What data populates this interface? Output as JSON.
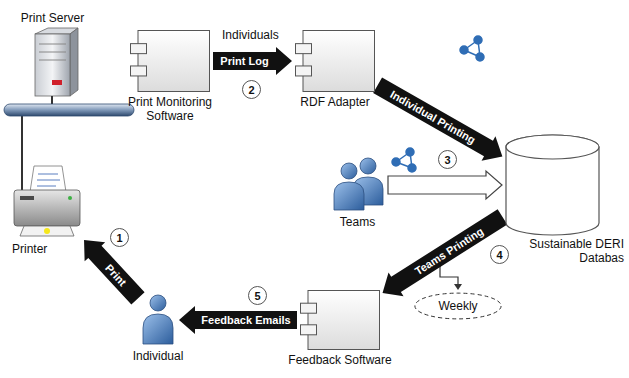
{
  "diagram": {
    "nodes": [
      {
        "text": [
          "Print Server"
        ]
      },
      {
        "text": [
          "Print Monitoring Software"
        ]
      },
      {
        "text": [
          "RDF Adapter"
        ]
      },
      {
        "text": [
          "Teams"
        ]
      },
      {
        "text": [
          "Sustainable DERI Databas"
        ]
      },
      {
        "text": [
          "Printer"
        ]
      },
      {
        "text": [
          "Weekly"
        ]
      },
      {
        "text": [
          "Individual"
        ]
      },
      {
        "text": [
          "Feedback Software"
        ]
      }
    ],
    "edges": [
      {
        "from": 7,
        "to": 5,
        "arrow": "to",
        "label": "Print"
      },
      {
        "from": 1,
        "to": 2,
        "arrow": "to",
        "label": "Print Log"
      },
      {
        "from": 2,
        "to": 4,
        "arrow": "to",
        "label": "Individual Printing"
      },
      {
        "from": 3,
        "to": 4,
        "arrow": "to"
      },
      {
        "from": 4,
        "to": 8,
        "arrow": "to",
        "label": "Teams Printing"
      },
      {
        "from": 8,
        "to": 7,
        "arrow": "to",
        "label": "Feedback Emails"
      }
    ],
    "labels": [
      "Individuals",
      "1",
      "2",
      "3",
      "4",
      "5"
    ]
  }
}
